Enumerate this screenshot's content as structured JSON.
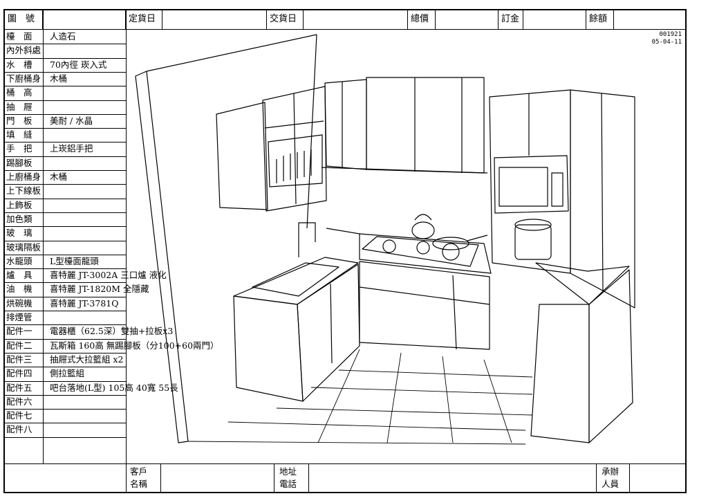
{
  "header": {
    "drawing_no_label": "圖　號",
    "fixed_date_label": "定貨日",
    "delivery_date_label": "交貨日",
    "total_price_label": "總價",
    "deposit_label": "訂金",
    "balance_label": "餘額"
  },
  "drawing_code": {
    "line1": "001921",
    "line2": "05-04-11"
  },
  "spec_rows": [
    {
      "label": "檯　面",
      "value": "人造石"
    },
    {
      "label": "內外斜處",
      "value": ""
    },
    {
      "label": "水　槽",
      "value": "70內徑 崁入式"
    },
    {
      "label": "下廚桶身",
      "value": "木桶"
    },
    {
      "label": "桶　高",
      "value": ""
    },
    {
      "label": "抽　屜",
      "value": ""
    },
    {
      "label": "門　板",
      "value": "美耐 / 水晶"
    },
    {
      "label": "填　縫",
      "value": ""
    },
    {
      "label": "手　把",
      "value": "上崁鋁手把"
    },
    {
      "label": "踢腳板",
      "value": ""
    },
    {
      "label": "上廚桶身",
      "value": "木桶"
    },
    {
      "label": "上下線板",
      "value": ""
    },
    {
      "label": "上飾板",
      "value": ""
    },
    {
      "label": "加色類",
      "value": ""
    },
    {
      "label": "玻　璃",
      "value": ""
    },
    {
      "label": "玻璃隔板",
      "value": ""
    },
    {
      "label": "水龍頭",
      "value": "L型檯面龍頭"
    },
    {
      "label": "爐　具",
      "value": "喜特麗 JT-3002A 三口爐 液化"
    },
    {
      "label": "油　機",
      "value": "喜特麗 JT-1820M 全隱藏"
    },
    {
      "label": "烘碗機",
      "value": "喜特麗 JT-3781Q"
    },
    {
      "label": "排煙管",
      "value": ""
    },
    {
      "label": "配件一",
      "value": "電器櫃（62.5深）雙抽+拉板x3"
    },
    {
      "label": "配件二",
      "value": "瓦斯箱 160高 無踢腳板（分100+60兩門）"
    },
    {
      "label": "配件三",
      "value": "抽屜式大拉籃組 x2"
    },
    {
      "label": "配件四",
      "value": "側拉籃組"
    },
    {
      "label": "配件五",
      "value": "吧台落地(L型) 105高 40寬 55長"
    },
    {
      "label": "配件六",
      "value": ""
    },
    {
      "label": "配件七",
      "value": ""
    },
    {
      "label": "配件八",
      "value": ""
    }
  ],
  "footer": {
    "customer_line1": "客戶",
    "customer_line2": "名稱",
    "address_line1": "地址",
    "address_line2": "電話",
    "handler_line1": "承辦",
    "handler_line2": "人員"
  }
}
